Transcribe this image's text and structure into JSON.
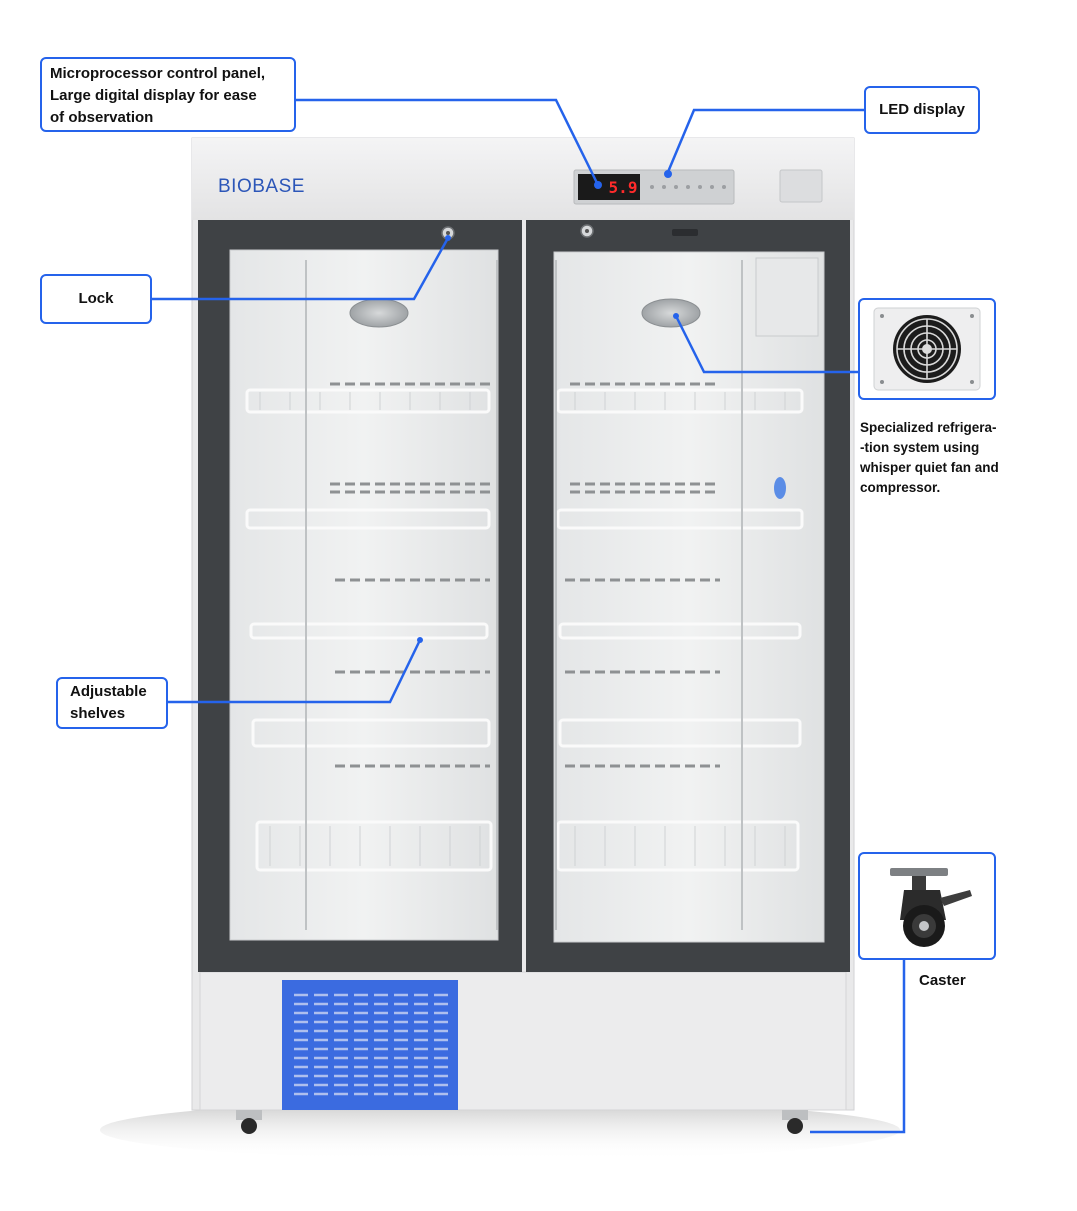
{
  "brand": {
    "logo_text": "BIOBASE"
  },
  "display": {
    "temperature_reading": "5.9"
  },
  "callouts": {
    "control_panel": {
      "line1": "Microprocessor control panel,",
      "line2": "Large digital display for ease",
      "line3": "of observation"
    },
    "led_display": "LED display",
    "lock": "Lock",
    "adjustable_shelves": {
      "line1": "Adjustable",
      "line2": "shelves"
    },
    "refrigeration": {
      "line1": "Specialized refrigera-",
      "line2": "-tion system using",
      "line3": "whisper quiet fan and",
      "line4": "compressor."
    },
    "caster": "Caster"
  },
  "colors": {
    "callout_border": "#2563eb",
    "connector_line": "#2563eb",
    "brand_text": "#2c56b8",
    "cabinet_body": "#e9e9ea",
    "door_frame": "#3f4245",
    "vent_panel": "#3b6be0",
    "led_digits": "#ff2b2b"
  },
  "icons": {
    "fan": "fan-icon",
    "caster": "caster-wheel-icon",
    "lock": "lock-icon"
  }
}
